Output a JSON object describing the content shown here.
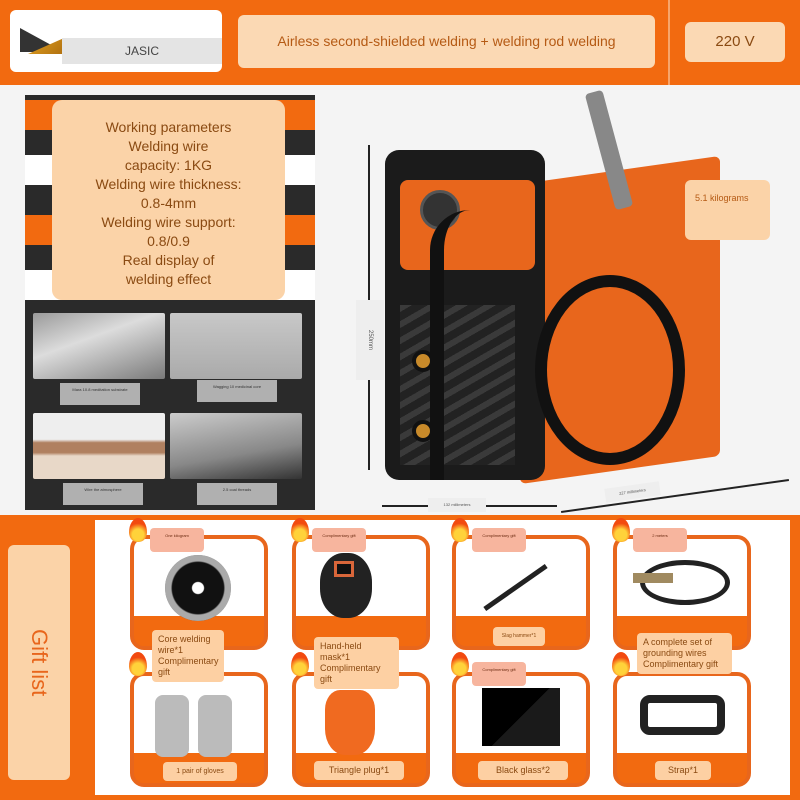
{
  "header": {
    "brand": "JASIC",
    "title": "Airless second-shielded welding + welding rod welding",
    "voltage": "220 V"
  },
  "params": {
    "lines": [
      "Working parameters",
      "Welding wire",
      "capacity: 1KG",
      "Welding wire thickness:",
      "0.8-4mm",
      "Welding wire support:",
      "0.8/0.9",
      "Real display of",
      "welding effect"
    ]
  },
  "weld_samples": [
    {
      "caption": "Mara 10.8 meditation substrate"
    },
    {
      "caption": "Wagging 10 medicinal core"
    },
    {
      "caption": "Wire the atmosphere"
    },
    {
      "caption": "2.5 coal threads"
    }
  ],
  "product": {
    "weight": "5.1 kilograms",
    "height_label": "250mm",
    "width_label": "132 millimeters",
    "depth_label": "227 millimeters"
  },
  "gifts": {
    "title": "Gift list",
    "items": [
      {
        "tag": "One kilogram",
        "label": "Core welding wire*1 Complimentary gift",
        "icon": "wire-spool-icon"
      },
      {
        "tag": "Complimentary gift",
        "label": "Hand-held mask*1 Complimentary gift",
        "icon": "welding-mask-icon"
      },
      {
        "tag": "Complimentary gift",
        "label": "Slag hammer*1",
        "icon": "slag-hammer-icon"
      },
      {
        "tag": "2 meters",
        "label": "A complete set of grounding wires Complimentary gift",
        "icon": "ground-clamp-icon"
      },
      {
        "tag": "",
        "label": "1 pair of gloves",
        "icon": "gloves-icon"
      },
      {
        "tag": "",
        "label": "Triangle plug*1",
        "icon": "plug-icon"
      },
      {
        "tag": "Complimentary gift",
        "label": "Black glass*2",
        "icon": "black-glass-icon"
      },
      {
        "tag": "",
        "label": "Strap*1",
        "icon": "strap-icon"
      }
    ]
  },
  "colors": {
    "accent": "#f26a10",
    "panel": "#fbd3a8"
  }
}
